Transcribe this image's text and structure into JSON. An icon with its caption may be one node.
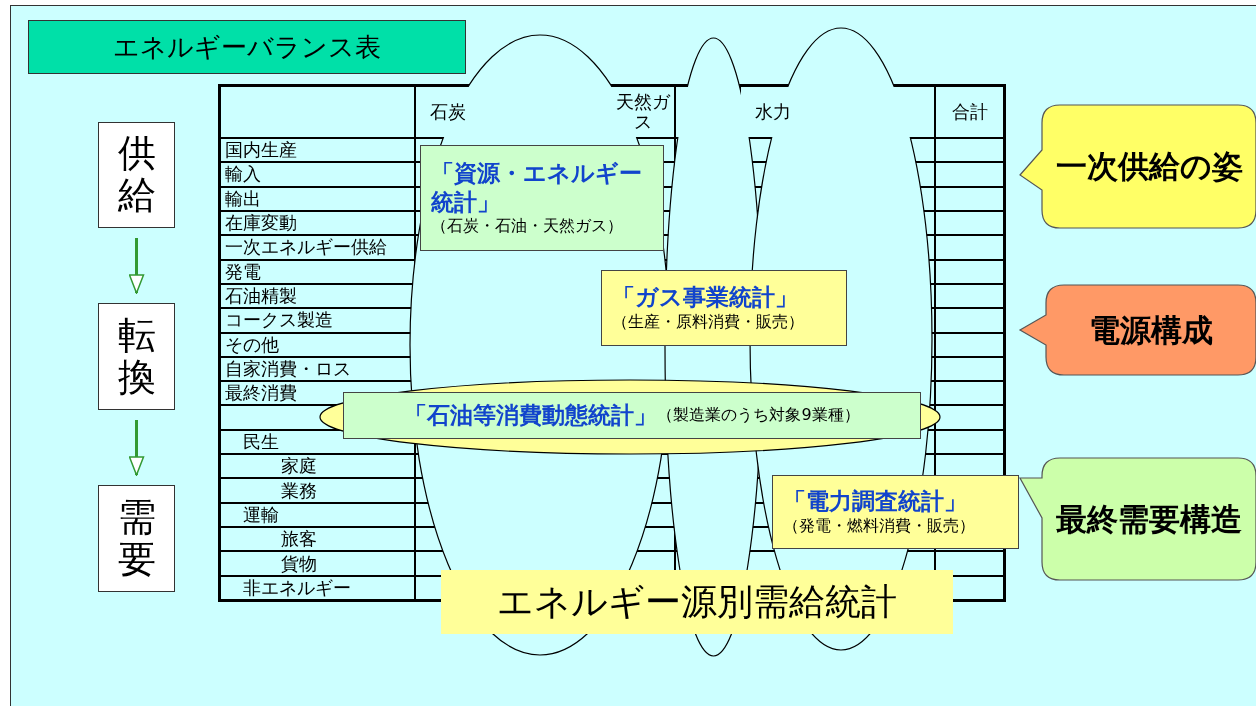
{
  "diagram": {
    "nodes": [
      {
        "text": [
          "エネルギーバランス表"
        ]
      },
      {
        "text": [
          "供給"
        ]
      },
      {
        "text": [],
        "shape": "ellipse"
      },
      {
        "text": [],
        "shape": "ellipse"
      },
      {
        "text": [],
        "shape": "ellipse"
      },
      {
        "text": [
          "「資源・エネルギー統計」",
          "（石炭・石油・天然ガス）"
        ],
        "in": 2
      },
      {
        "text": [
          "一次供給の姿"
        ]
      },
      {
        "text": [
          "「ガス事業統計」",
          "（生産・原料消費・販売）"
        ]
      },
      {
        "text": [
          "転換"
        ]
      },
      {
        "text": [
          "電源構成"
        ]
      },
      {
        "text": [],
        "shape": "ellipse"
      },
      {
        "text": [
          "「石油等消費動態統計」",
          "（製造業のうち対象9業種）"
        ],
        "in": 10
      },
      {
        "text": [
          "「電力調査統計」",
          "（発電・燃料消費・販売）"
        ]
      },
      {
        "text": [
          "需要"
        ]
      },
      {
        "text": [
          "最終需要構造"
        ]
      },
      {
        "text": [
          "エネルギー源別需給統計"
        ]
      }
    ],
    "edges": [
      {
        "from": 1,
        "to": 8,
        "arrow": "to"
      },
      {
        "from": 8,
        "to": 13,
        "arrow": "to"
      }
    ],
    "labels": [
      "石炭",
      "天然ガス",
      "水力",
      "合計",
      "国内生産",
      "輸入",
      "輸出",
      "在庫変動",
      "一次エネルギー供給",
      "発電",
      "石油精製",
      "コークス製造",
      "その他",
      "自家消費・ロス",
      "最終消費",
      "民生",
      "家庭",
      "業務",
      "運輸",
      "旅客",
      "貨物",
      "非エネルギー"
    ]
  }
}
